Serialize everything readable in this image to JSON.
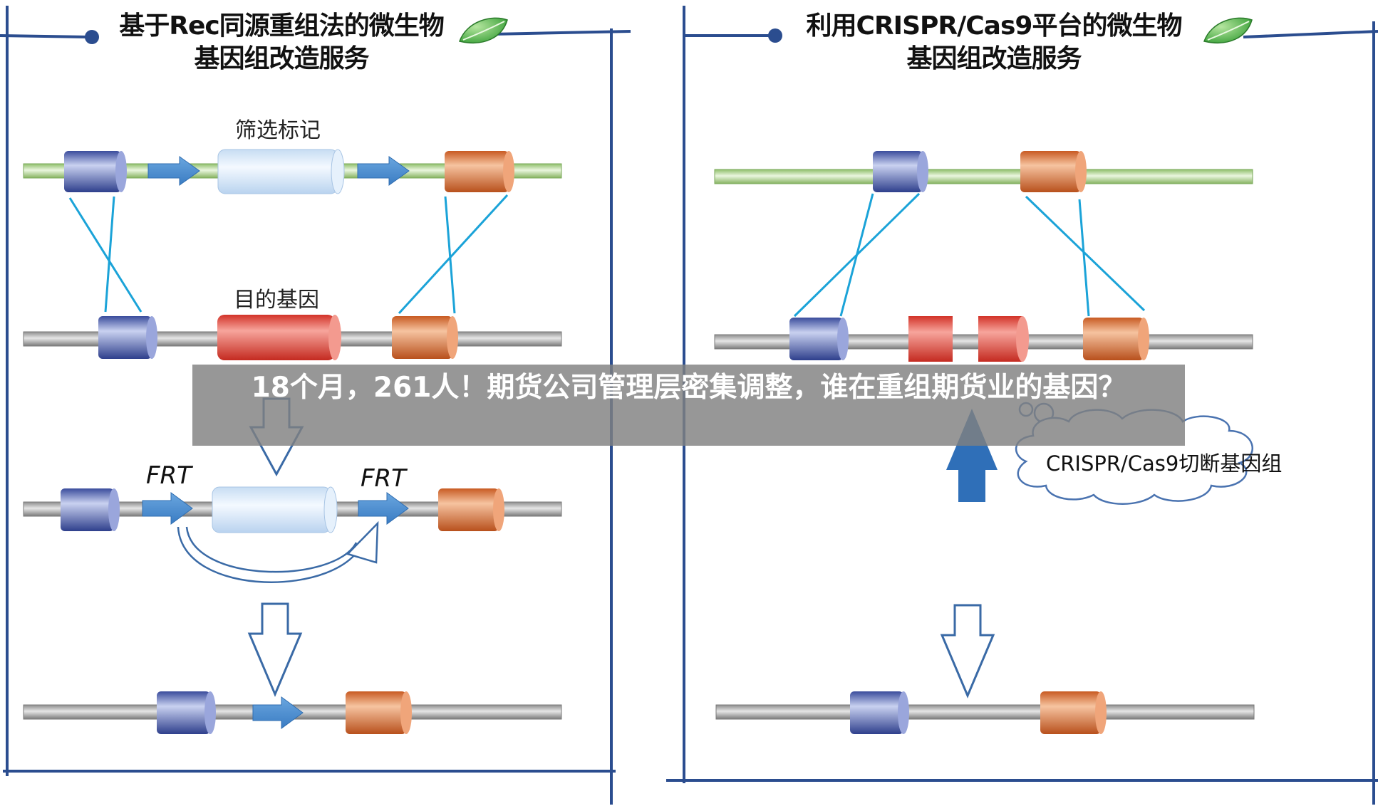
{
  "left_panel": {
    "title_line1": "基于Rec同源重组法的微生物",
    "title_line2": "基因组改造服务",
    "label_marker": "筛选标记",
    "label_target": "目的基因",
    "frt_left": "FRT",
    "frt_right": "FRT"
  },
  "right_panel": {
    "title_line1": "利用CRISPR/Cas9平台的微生物",
    "title_line2": "基因组改造服务",
    "cloud_text": "CRISPR/Cas9切断基因组"
  },
  "overlay": {
    "banner_text": "18个月，261人！期货公司管理层密集调整，谁在重组期货业的基因？"
  },
  "colors": {
    "frame_blue": "#2b4d8f",
    "blue_block": "#4a5fb0",
    "orange_block": "#d97a45",
    "red_block": "#e0463c",
    "marker_block": "#d6e8f8",
    "green_strand": "#b8d99a",
    "gray_strand": "#b0b0b0",
    "cyan_line": "#1ba3d8",
    "arrow_blue": "#4a8fd4",
    "leaf_green": "#3aa23a"
  }
}
